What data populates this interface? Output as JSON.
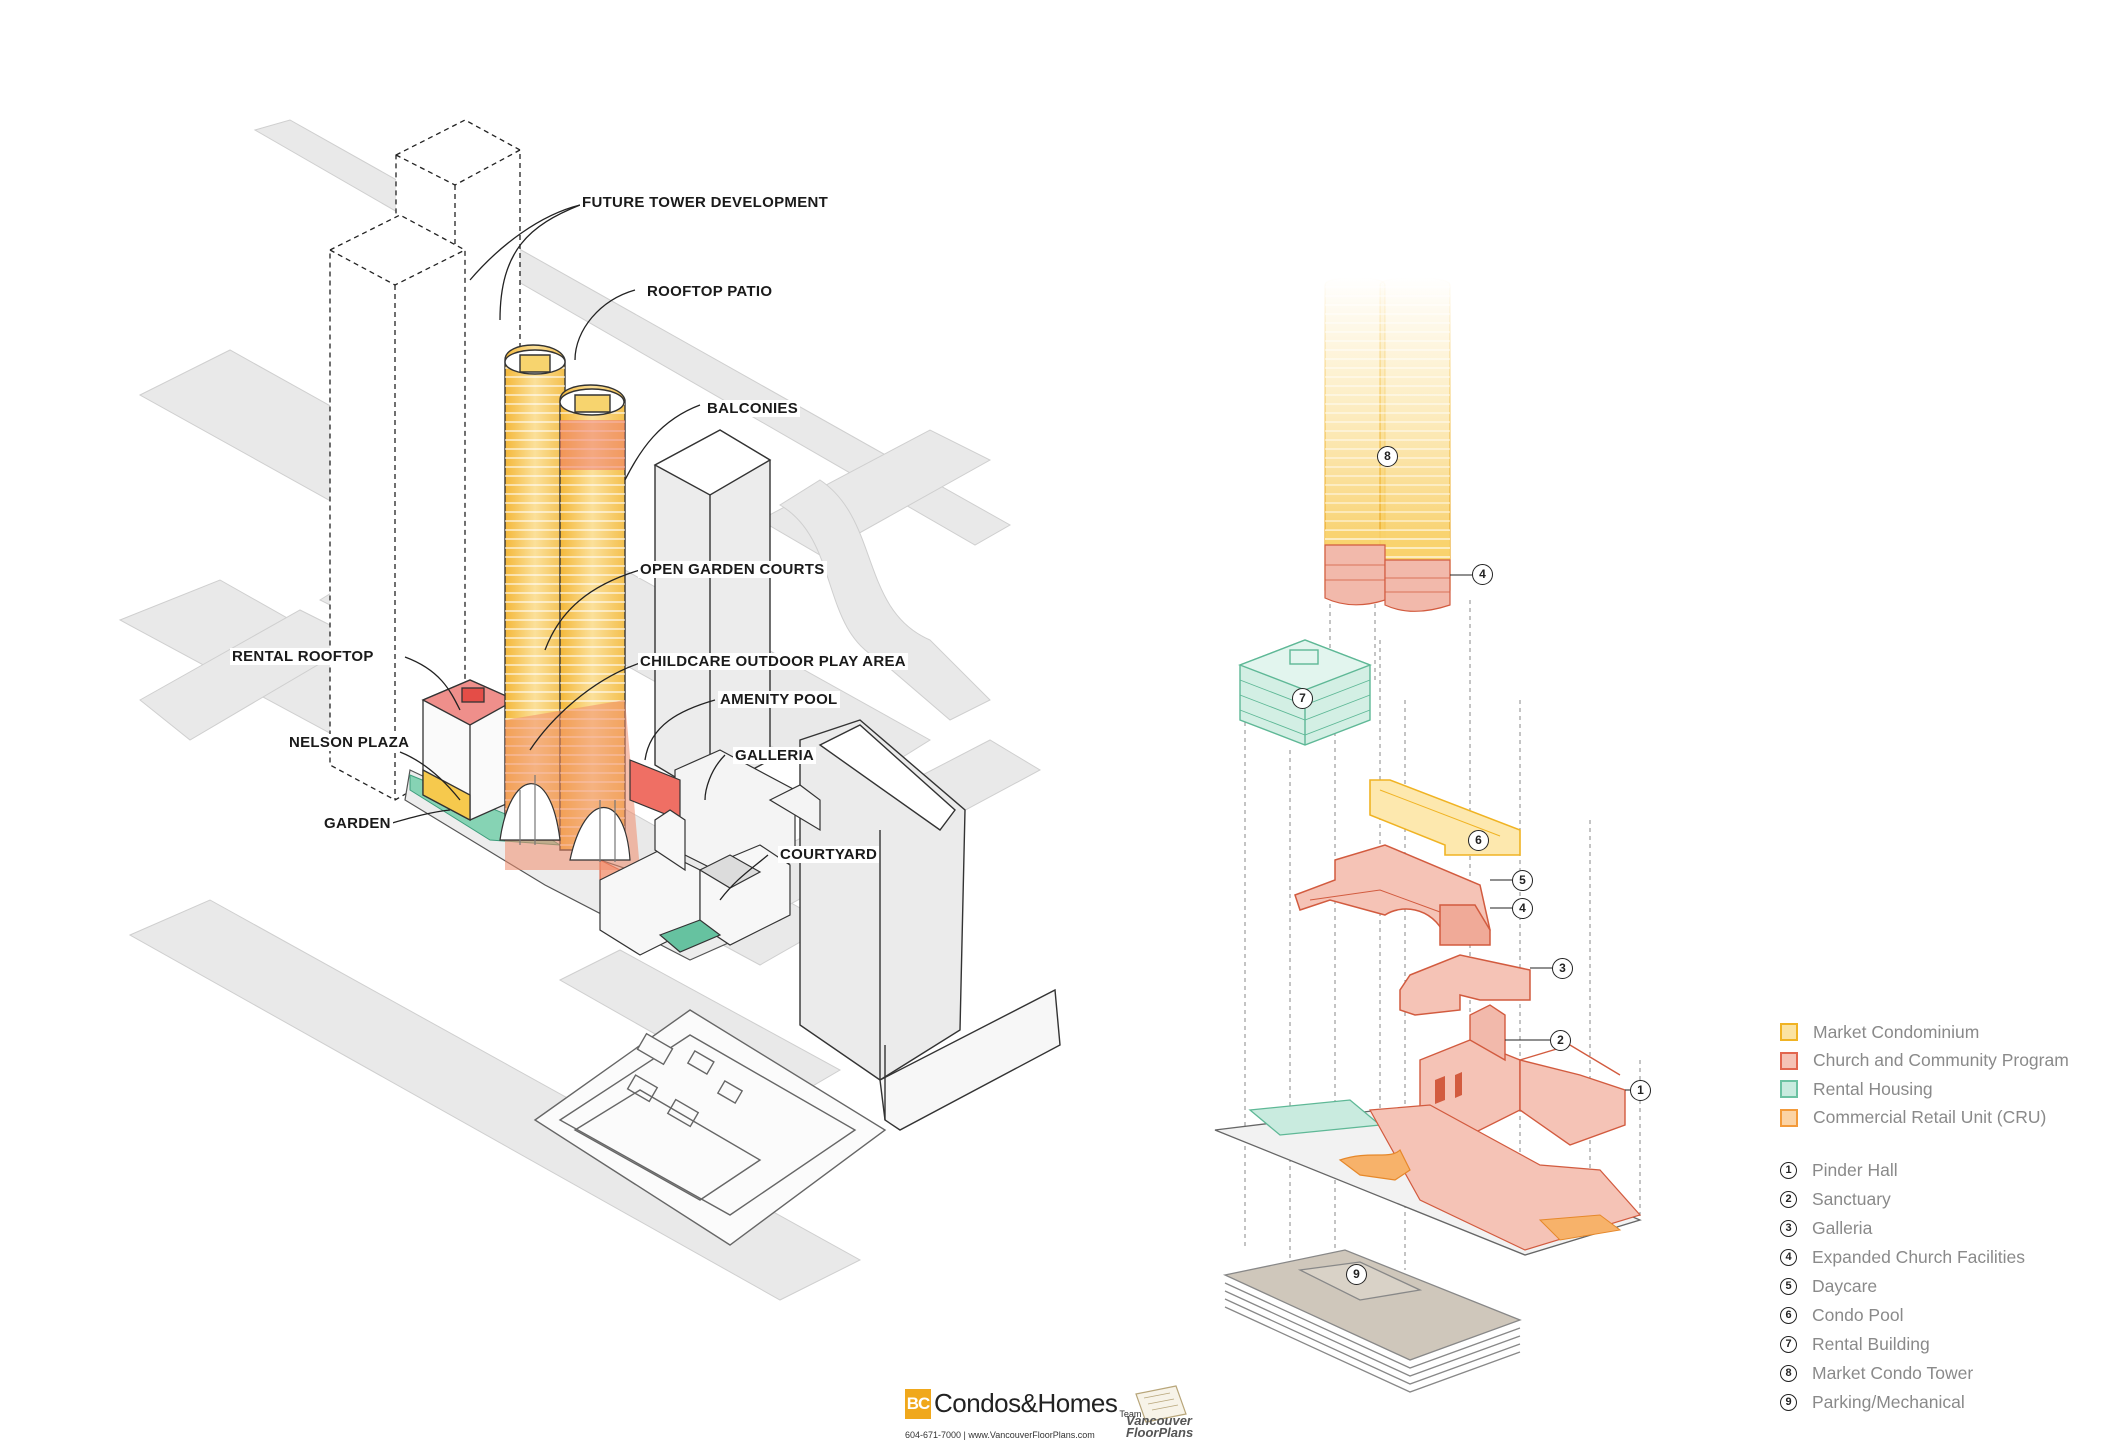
{
  "callouts": {
    "future_tower": "FUTURE TOWER DEVELOPMENT",
    "rooftop_patio": "ROOFTOP PATIO",
    "balconies": "BALCONIES",
    "open_garden_courts": "OPEN GARDEN COURTS",
    "childcare": "CHILDCARE OUTDOOR PLAY AREA",
    "rental_rooftop": "RENTAL ROOFTOP",
    "amenity_pool": "AMENITY POOL",
    "nelson_plaza": "NELSON PLAZA",
    "galleria": "GALLERIA",
    "garden": "GARDEN",
    "courtyard": "COURTYARD"
  },
  "legend": {
    "categories": [
      {
        "label": "Market Condominium",
        "fill": "#fbe3a1",
        "stroke": "#f0b323"
      },
      {
        "label": "Church and Community Program",
        "fill": "#f5c3b6",
        "stroke": "#e2664f"
      },
      {
        "label": "Rental Housing",
        "fill": "#c9ebdf",
        "stroke": "#6cc2a2"
      },
      {
        "label": "Commercial Retail Unit (CRU)",
        "fill": "#fbd3a5",
        "stroke": "#f39a3a"
      }
    ],
    "items": [
      {
        "num": "1",
        "label": "Pinder Hall"
      },
      {
        "num": "2",
        "label": "Sanctuary"
      },
      {
        "num": "3",
        "label": "Galleria"
      },
      {
        "num": "4",
        "label": "Expanded Church Facilities"
      },
      {
        "num": "5",
        "label": "Daycare"
      },
      {
        "num": "6",
        "label": "Condo Pool"
      },
      {
        "num": "7",
        "label": "Rental Building"
      },
      {
        "num": "8",
        "label": "Market Condo Tower"
      },
      {
        "num": "9",
        "label": "Parking/Mechanical"
      }
    ]
  },
  "tags": {
    "t8": "8",
    "t4a": "4",
    "t7": "7",
    "t6": "6",
    "t5": "5",
    "t4b": "4",
    "t3": "3",
    "t2": "2",
    "t1": "1",
    "t9": "9"
  },
  "footer": {
    "bc": "BC",
    "brand": "Condos&Homes",
    "team": "Team",
    "contact": "604-671-7000  |  www.VancouverFloorPlans.com",
    "vfp_line1": "Vancouver",
    "vfp_line2": "FloorPlans"
  }
}
